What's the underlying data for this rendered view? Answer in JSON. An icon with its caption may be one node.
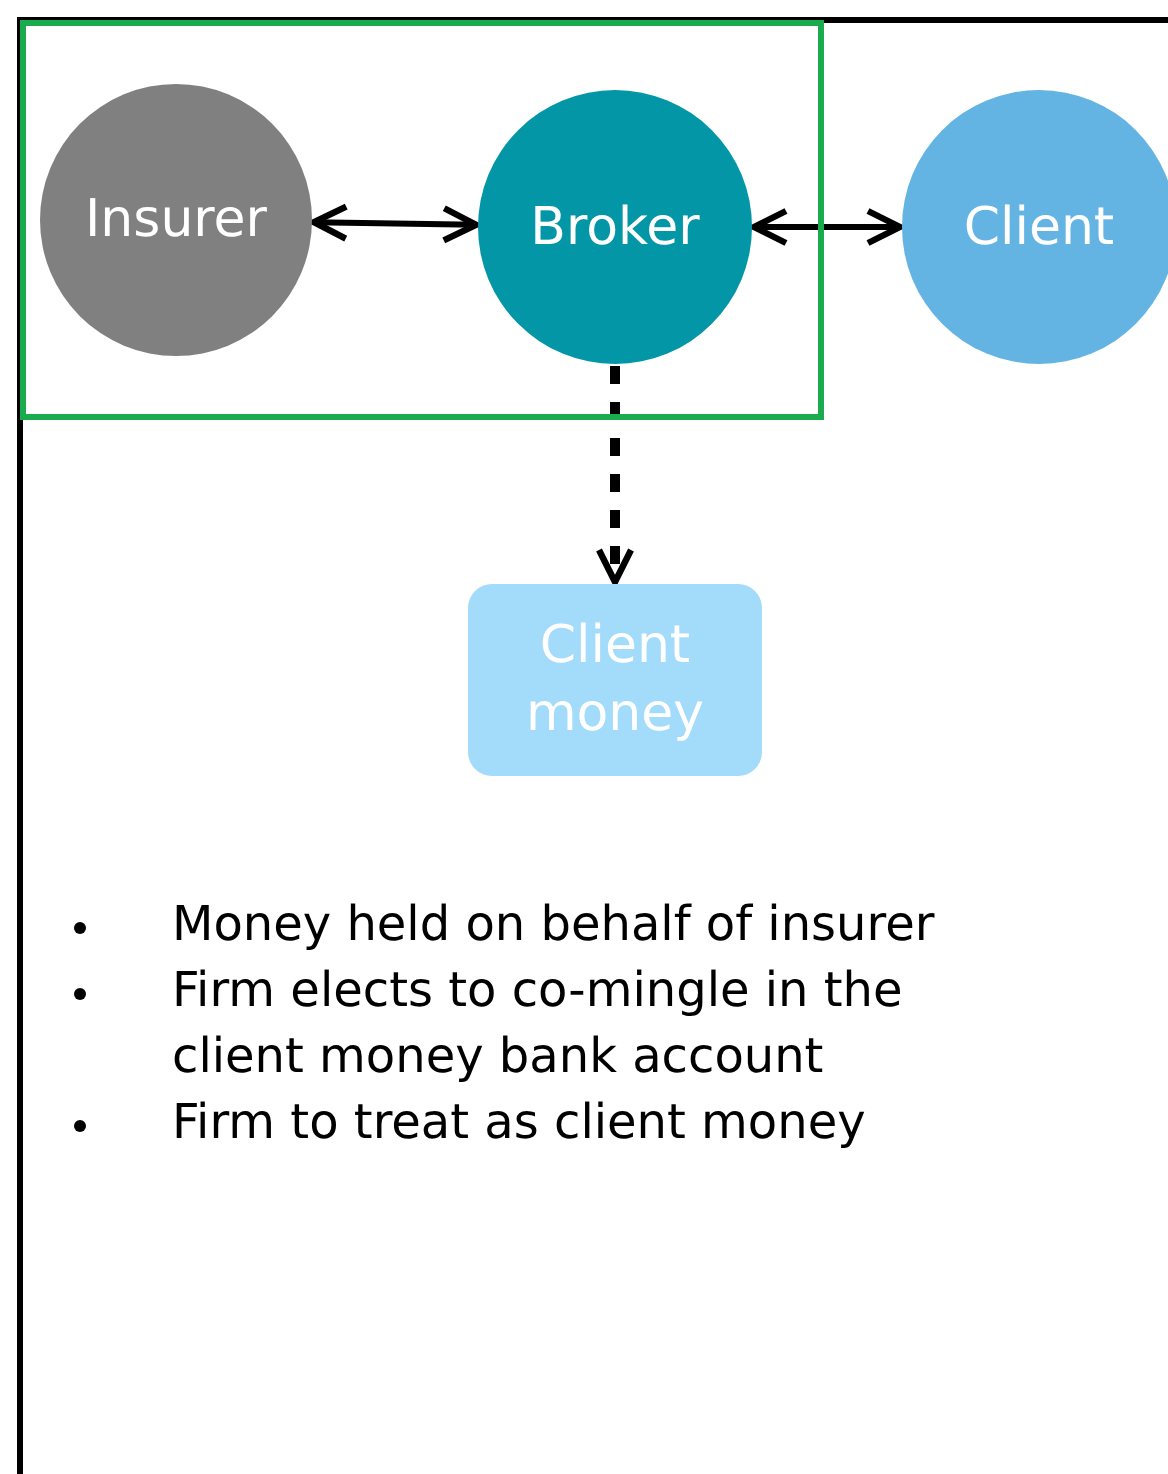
{
  "diagram": {
    "nodes": [
      {
        "text": [],
        "shape": "box"
      },
      {
        "text": [
          "Insurer"
        ],
        "in": 0
      },
      {
        "text": [
          "Broker"
        ],
        "in": 0
      },
      {
        "text": [
          "Client"
        ]
      },
      {
        "text": [
          "Client money"
        ]
      }
    ],
    "edges": [
      {
        "from": 1,
        "to": 2,
        "arrow": "both"
      },
      {
        "from": 2,
        "to": 3,
        "arrow": "both"
      },
      {
        "from": 2,
        "to": 4,
        "arrow": "to",
        "style": "dashed"
      }
    ],
    "labels": [
      "Money held on behalf of insurer",
      "Firm elects to co-mingle in the client money bank account",
      "Firm to treat as client money"
    ]
  }
}
